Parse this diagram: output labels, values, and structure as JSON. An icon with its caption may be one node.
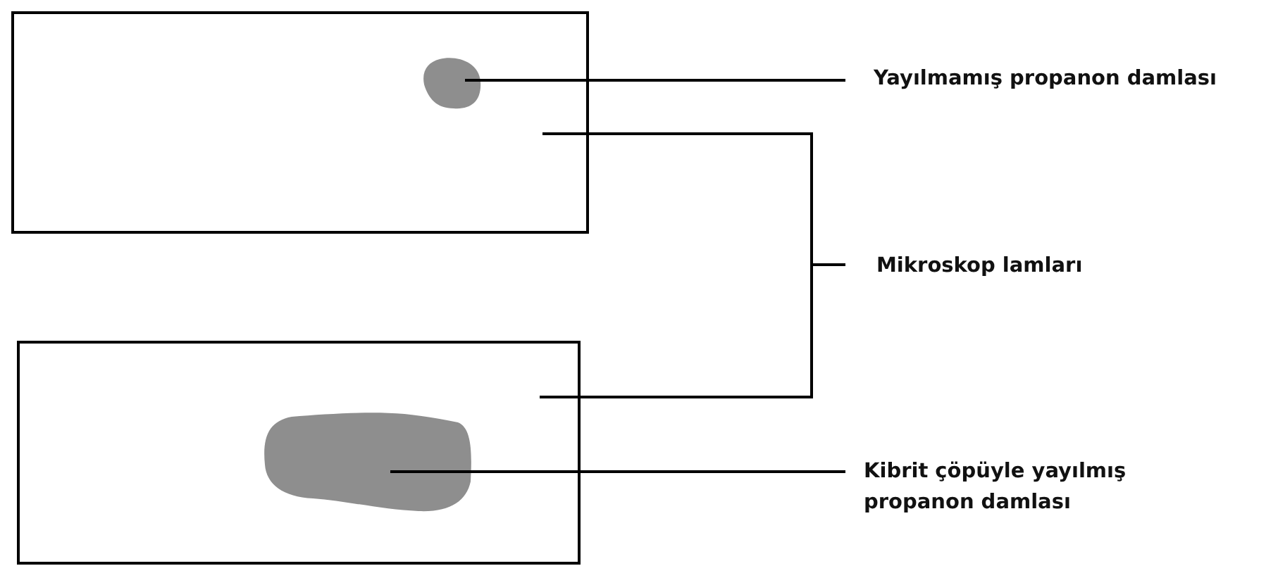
{
  "diagram": {
    "nodes": [
      {
        "text": [],
        "shape": "box"
      },
      {
        "text": [],
        "shape": "cloud",
        "in": 0
      },
      {
        "text": [],
        "shape": "box"
      },
      {
        "text": [],
        "shape": "cloud",
        "in": 2
      },
      {
        "text": [
          "Yayılmamış propanon damlası"
        ]
      },
      {
        "text": [
          "Mikroskop lamları"
        ]
      },
      {
        "text": [
          "Kibrit çöpüyle yayılmış propanon damlası"
        ]
      }
    ],
    "edges": [
      {
        "from": 4,
        "to": 1,
        "arrow": "none"
      },
      {
        "from": 5,
        "to": 0,
        "arrow": "none"
      },
      {
        "from": 5,
        "to": 2,
        "arrow": "none"
      },
      {
        "from": 6,
        "to": 3,
        "arrow": "none"
      }
    ]
  }
}
